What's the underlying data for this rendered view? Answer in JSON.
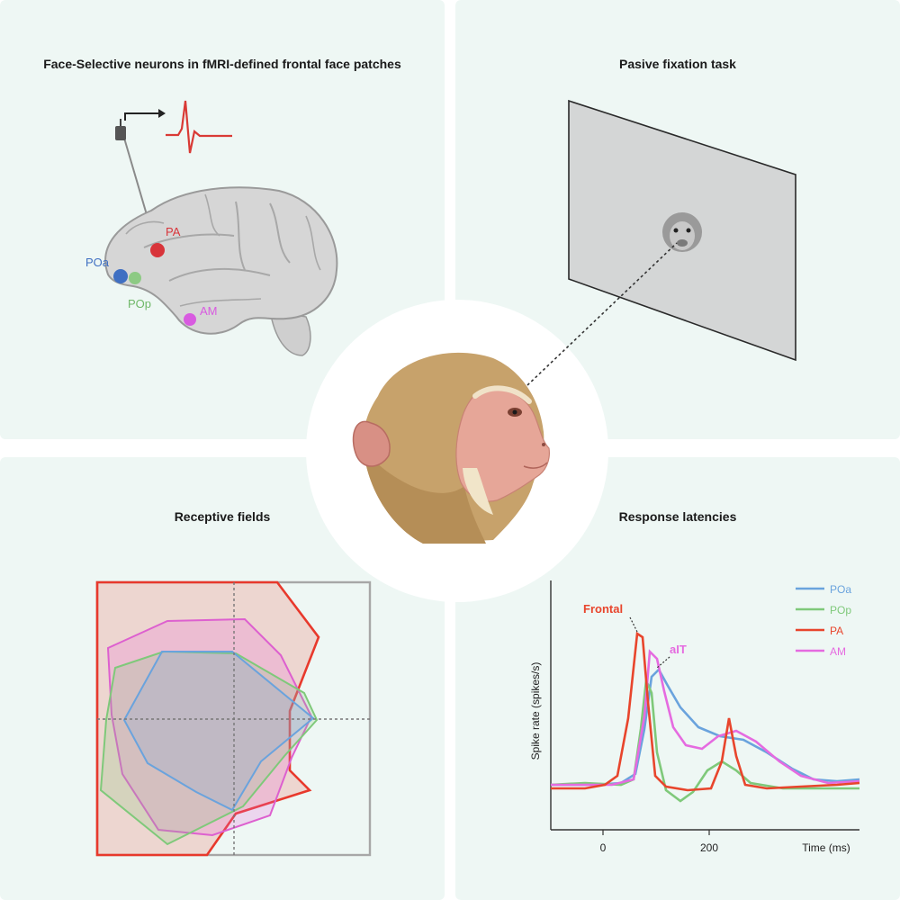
{
  "panels": {
    "top_left": {
      "title": "Face-Selective neurons in fMRI-defined frontal face patches",
      "labels": {
        "pa": "PA",
        "poa": "POa",
        "pop": "POp",
        "am": "AM"
      }
    },
    "top_right": {
      "title": "Pasive fixation task"
    },
    "bottom_left": {
      "title": "Receptive fields"
    },
    "bottom_right": {
      "title": "Response latencies",
      "ylabel": "Spike rate (spikes/s)",
      "xlabel": "Time (ms)",
      "x_ticks": [
        "0",
        "200"
      ],
      "annotations": {
        "frontal": "Frontal",
        "ait": "aIT"
      },
      "legend": [
        "POa",
        "POp",
        "PA",
        "AM"
      ]
    }
  },
  "colors": {
    "poa": "#6aa3dd",
    "pop": "#7fc97a",
    "pa": "#e8452c",
    "am": "#e56be0",
    "panel_bg": "#eef7f4"
  },
  "icons": [
    "brain-illustration",
    "electrode-icon",
    "spike-waveform-icon",
    "monkey-face-stimulus",
    "monkey-head-illustration"
  ]
}
